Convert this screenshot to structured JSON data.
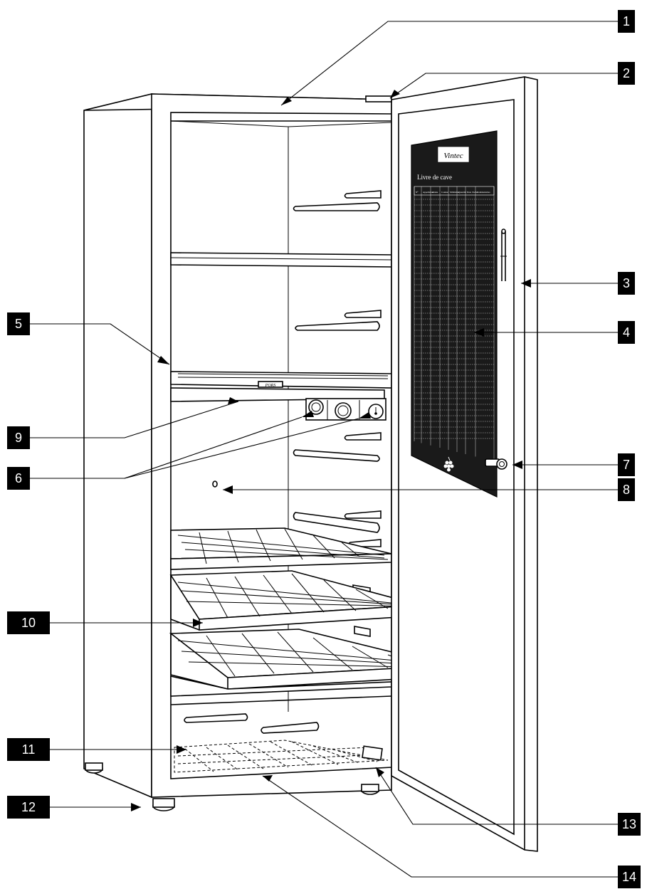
{
  "callouts": [
    {
      "id": "1",
      "label": "1"
    },
    {
      "id": "2",
      "label": "2"
    },
    {
      "id": "3",
      "label": "3"
    },
    {
      "id": "4",
      "label": "4"
    },
    {
      "id": "5",
      "label": "5"
    },
    {
      "id": "6",
      "label": "6"
    },
    {
      "id": "7",
      "label": "7"
    },
    {
      "id": "8",
      "label": "8"
    },
    {
      "id": "9",
      "label": "9"
    },
    {
      "id": "10",
      "label": "10"
    },
    {
      "id": "11",
      "label": "11"
    },
    {
      "id": "12",
      "label": "12"
    },
    {
      "id": "13",
      "label": "13"
    },
    {
      "id": "14",
      "label": "14"
    }
  ],
  "door_card": {
    "brand": "Vintec",
    "title": "Livre de cave",
    "columns": [
      "N°",
      "Appellation",
      "Année",
      "Couleur",
      "Millésime",
      "Quantité",
      "Date d'achat",
      "Commentaires"
    ]
  },
  "shelf_tag": "PORS",
  "colors": {
    "callout_bg": "#000000",
    "line": "#000000",
    "card_bg": "#1a1a1a",
    "card_text": "#ffffff"
  }
}
